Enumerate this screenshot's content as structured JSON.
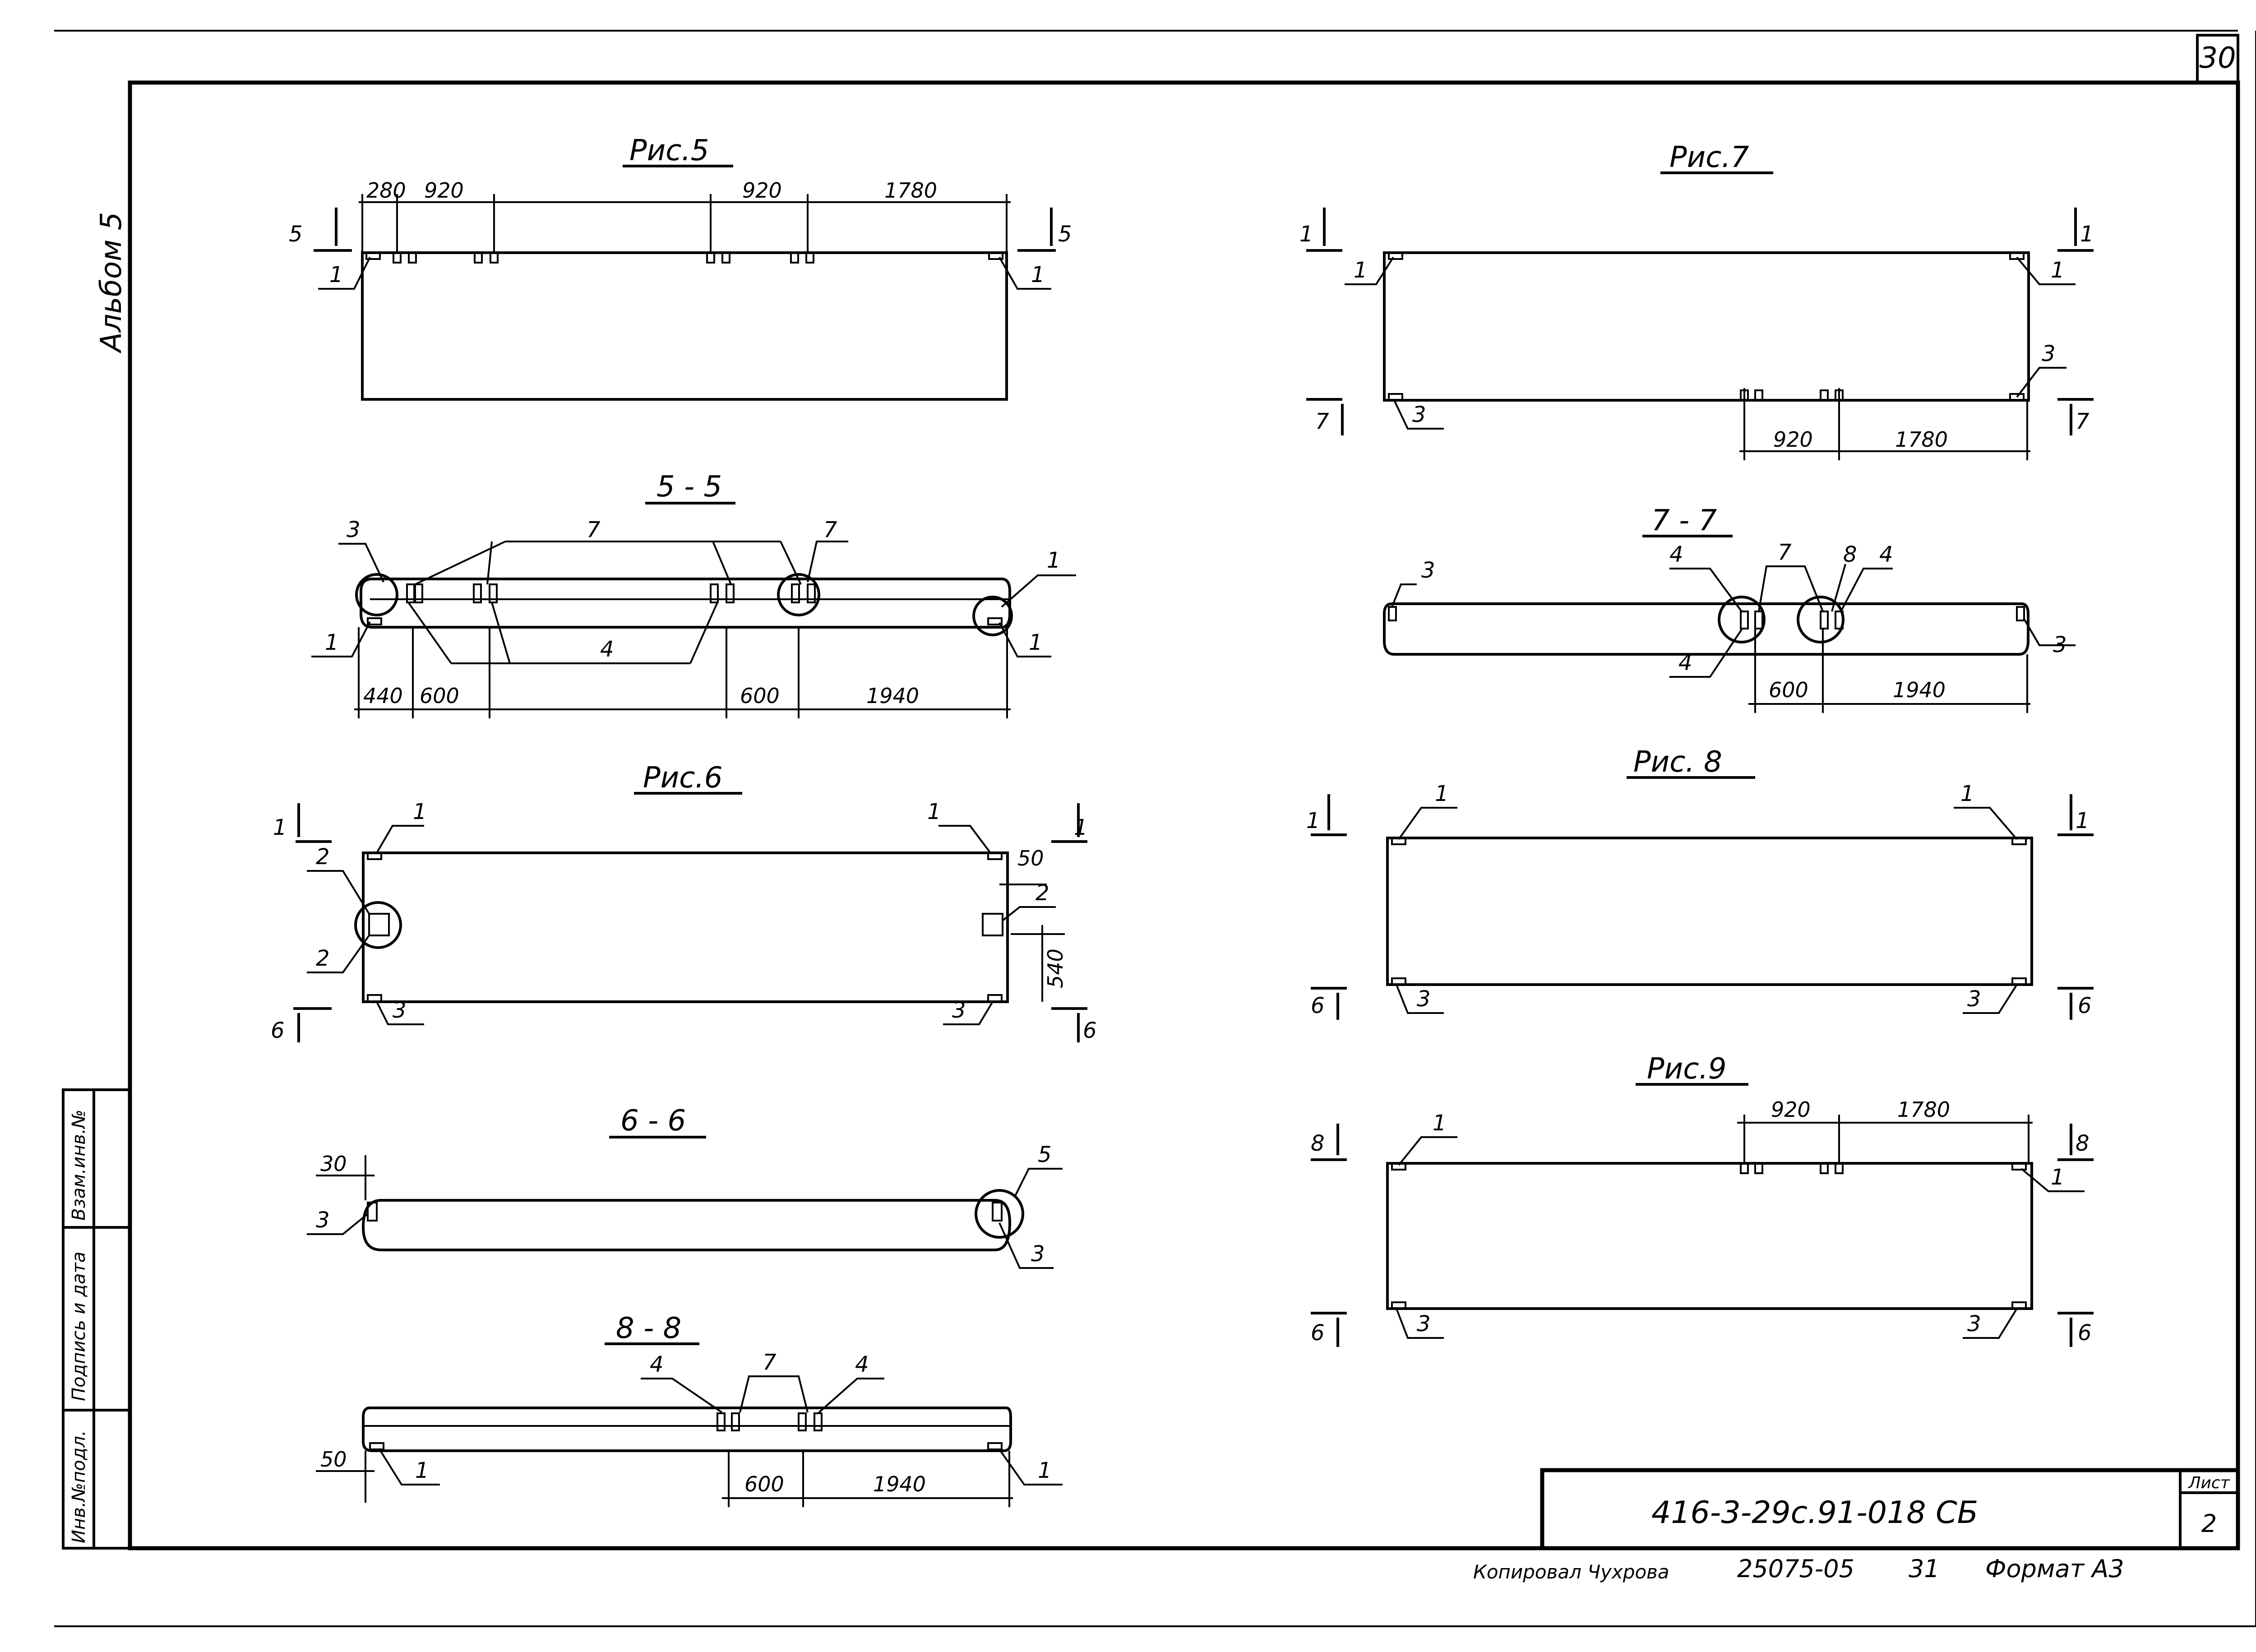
{
  "sheet": {
    "page_number": "30",
    "album_label": "Альбом 5",
    "side_stamp": [
      "Инв.№подл.",
      "Подпись и дата",
      "Взам.инв.№"
    ],
    "title_block": {
      "designation": "416-3-29с.91-018 СБ",
      "sheet_label": "Лист",
      "sheet_number": "2"
    },
    "footer": {
      "copied_by": "Копировал Чухрова",
      "order_number": "25075-05",
      "order_suffix": "31",
      "format": "Формат А3"
    }
  },
  "figures": {
    "fig5": {
      "title": "Рис.5",
      "dims": [
        "280",
        "920",
        "920",
        "1780"
      ],
      "section_mark": "5",
      "callouts": [
        "1",
        "1"
      ]
    },
    "sec55": {
      "title": "5 - 5",
      "dims": [
        "440",
        "600",
        "600",
        "1940"
      ],
      "callouts": [
        "3",
        "7",
        "7",
        "1",
        "1",
        "4",
        "1"
      ]
    },
    "fig6": {
      "title": "Рис.6",
      "dims": [
        "50",
        "540"
      ],
      "section_mark_top": "1",
      "section_mark_bottom": "6",
      "callouts": [
        "1",
        "1",
        "2",
        "2",
        "2",
        "3",
        "3"
      ]
    },
    "sec66": {
      "title": "6 - 6",
      "dims": [
        "30"
      ],
      "callouts": [
        "3",
        "5",
        "3"
      ]
    },
    "sec88": {
      "title": "8 - 8",
      "dims": [
        "50",
        "600",
        "1940"
      ],
      "callouts": [
        "4",
        "7",
        "4",
        "1",
        "1"
      ]
    },
    "fig7": {
      "title": "Рис.7",
      "dims": [
        "920",
        "1780"
      ],
      "section_mark_top": "1",
      "section_mark_bottom": "7",
      "callouts": [
        "1",
        "1",
        "3",
        "3"
      ]
    },
    "sec77": {
      "title": "7 - 7",
      "dims": [
        "600",
        "1940"
      ],
      "callouts": [
        "3",
        "4",
        "7",
        "8",
        "4",
        "4",
        "3"
      ]
    },
    "fig8": {
      "title": "Рис. 8",
      "section_mark_top": "1",
      "section_mark_bottom": "6",
      "callouts": [
        "1",
        "1",
        "3",
        "3"
      ]
    },
    "fig9": {
      "title": "Рис.9",
      "dims": [
        "920",
        "1780"
      ],
      "section_mark_top": "8",
      "section_mark_bottom": "6",
      "callouts": [
        "1",
        "1",
        "3",
        "3"
      ]
    }
  }
}
